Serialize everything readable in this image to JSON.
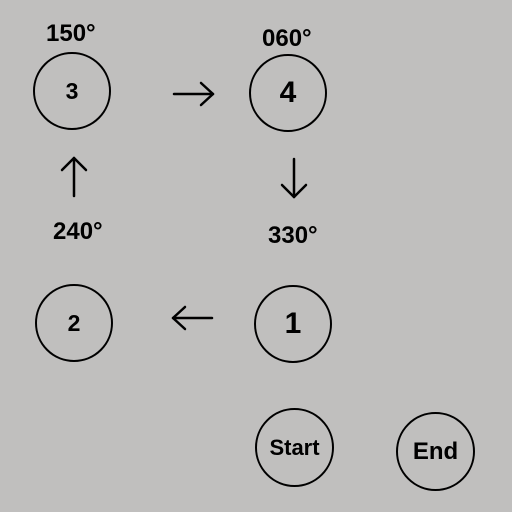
{
  "nodes": [
    {
      "id": "node-1",
      "label": "1",
      "heading": "330°"
    },
    {
      "id": "node-2",
      "label": "2",
      "heading": "240°"
    },
    {
      "id": "node-3",
      "label": "3",
      "heading": "150°"
    },
    {
      "id": "node-4",
      "label": "4",
      "heading": "060°"
    }
  ],
  "controls": {
    "start_label": "Start",
    "end_label": "End"
  },
  "arrows": [
    {
      "from": "3",
      "to": "4",
      "direction": "right"
    },
    {
      "from": "4",
      "to": "1",
      "direction": "down"
    },
    {
      "from": "1",
      "to": "2",
      "direction": "left"
    },
    {
      "from": "2",
      "to": "3",
      "direction": "up"
    }
  ],
  "colors": {
    "background": "#c0bfbe",
    "stroke": "#000000"
  }
}
